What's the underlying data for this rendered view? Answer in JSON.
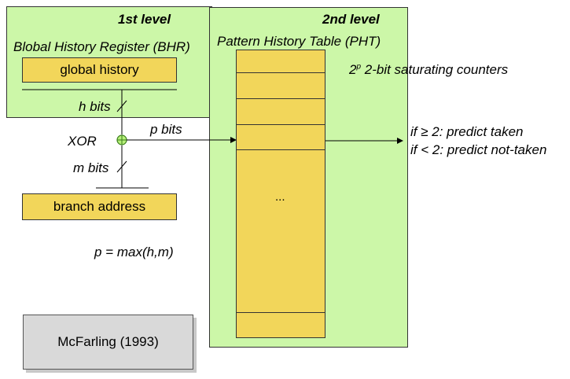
{
  "level1": {
    "title": "1st level",
    "bhr_label": "Blobal History Register (BHR)",
    "global_history": "global history"
  },
  "level2": {
    "title": "2nd level",
    "pht_label": "Pattern History Table (PHT)",
    "counters_base": "2",
    "counters_exp": "p",
    "counters_text": " 2-bit saturating counters",
    "ellipsis": "..."
  },
  "wires": {
    "h_bits": "h bits",
    "m_bits": "m bits",
    "p_bits": "p bits",
    "xor": "XOR"
  },
  "branch_address": "branch address",
  "formula": "p = max(h,m)",
  "predict": {
    "taken": "if ≥ 2: predict taken",
    "not_taken": "if < 2: predict not-taken"
  },
  "citation": "McFarling (1993)",
  "colors": {
    "panel_green": "#ccf7a8",
    "cell_yellow": "#f2d65a",
    "citation_gray": "#d9d9d9",
    "xor_green": "#b7f07a"
  }
}
